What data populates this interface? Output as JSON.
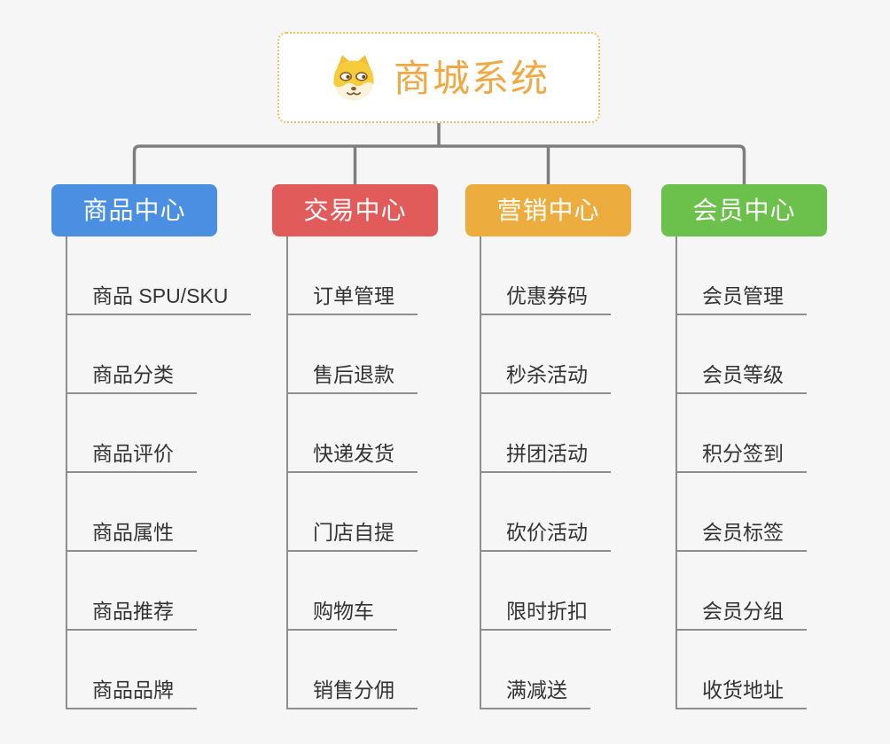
{
  "page": {
    "background": "#f6f6f6"
  },
  "root": {
    "title": "商城系统",
    "icon": "shiba-dog-icon",
    "text_color": "#f0a843",
    "border_color": "#f3bd60"
  },
  "connectors": {
    "tree_line_color": "#7e7e7e",
    "leaf_line_color": "#8e8e8e"
  },
  "branches": [
    {
      "label": "商品中心",
      "color": "#4b8fe2",
      "children": [
        "商品 SPU/SKU",
        "商品分类",
        "商品评价",
        "商品属性",
        "商品推荐",
        "商品品牌"
      ]
    },
    {
      "label": "交易中心",
      "color": "#e25b5b",
      "children": [
        "订单管理",
        "售后退款",
        "快递发货",
        "门店自提",
        "购物车",
        "销售分佣"
      ]
    },
    {
      "label": "营销中心",
      "color": "#edad3e",
      "children": [
        "优惠券码",
        "秒杀活动",
        "拼团活动",
        "砍价活动",
        "限时折扣",
        "满减送"
      ]
    },
    {
      "label": "会员中心",
      "color": "#6cc14d",
      "children": [
        "会员管理",
        "会员等级",
        "积分签到",
        "会员标签",
        "会员分组",
        "收货地址"
      ]
    }
  ],
  "leaf_text_color": "#333333",
  "branch_text_color": "#ffffff"
}
